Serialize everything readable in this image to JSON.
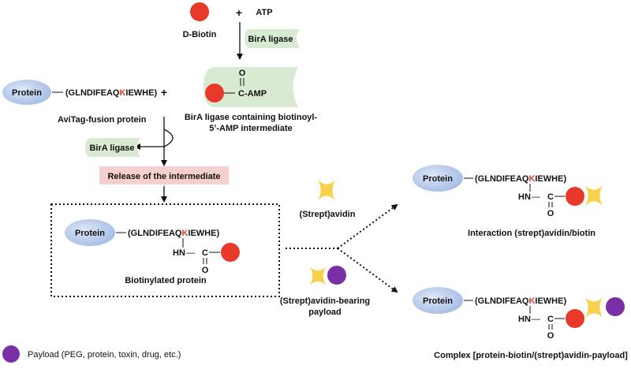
{
  "colors": {
    "biotin": "#e8392a",
    "protein_fill": "#b9cdec",
    "ligase_fill": "#d9ead3",
    "release_fill": "#f6d0cf",
    "avidin": "#f6d24a",
    "payload": "#7a2fa6",
    "lysine": "#e8392a"
  },
  "top": {
    "biotin_label": "D-Biotin",
    "plus": "+",
    "atp_label": "ATP",
    "ligase_label": "BirA ligase",
    "intermediate_o": "O",
    "intermediate_camp": "C-AMP",
    "intermediate_caption_1": "BirA ligase containing biotinoyl-",
    "intermediate_caption_2": "5’-AMP intermediate"
  },
  "avitag": {
    "protein_label": "Protein",
    "seq_before": "(GLNDIFEAQ",
    "seq_k": "K",
    "seq_after": "IEWHE)",
    "plus": "+",
    "caption": "AviTag-fusion protein",
    "ligase_label": "BirA ligase",
    "release_label": "Release of the intermediate"
  },
  "biotinylated": {
    "protein_label": "Protein",
    "seq_before": "(GLNDIFEAQ",
    "seq_k": "K",
    "seq_after": "IEWHE)",
    "hn": "HN",
    "dash": "—",
    "c": "C",
    "o": "O",
    "caption": "Biotinylated protein"
  },
  "middle": {
    "avidin_label": "(Strept)avidin",
    "payload_label_1": "(Strept)avidin-bearing",
    "payload_label_2": "payload"
  },
  "right_top": {
    "protein_label": "Protein",
    "seq_before": "(GLNDIFEAQ",
    "seq_k": "K",
    "seq_after": "IEWHE)",
    "hn": "HN",
    "dash": "—",
    "c": "C",
    "o": "O",
    "caption": "Interaction (strept)avidin/biotin"
  },
  "right_bottom": {
    "protein_label": "Protein",
    "seq_before": "(GLNDIFEAQ",
    "seq_k": "K",
    "seq_after": "IEWHE)",
    "hn": "HN",
    "dash": "—",
    "c": "C",
    "o": "O",
    "caption": "Complex [protein-biotin/(strept)avidin-payload]"
  },
  "legend": {
    "payload_label": "Payload (PEG, protein, toxin, drug, etc.)"
  }
}
